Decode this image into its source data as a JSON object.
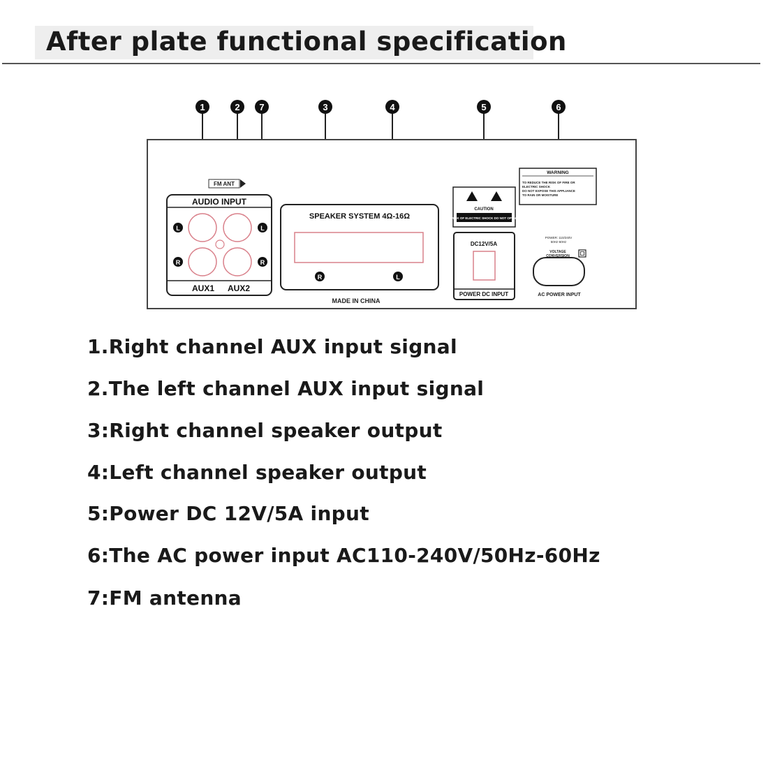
{
  "title": "After plate functional specification",
  "panel": {
    "callouts": [
      "1",
      "2",
      "7",
      "3",
      "4",
      "5",
      "6"
    ],
    "fm_ant_label": "FM ANT",
    "audio_input_label": "AUDIO INPUT",
    "aux1_label": "AUX1",
    "aux2_label": "AUX2",
    "jack_l": "L",
    "jack_r": "R",
    "speaker_system_label": "SPEAKER SYSTEM 4Ω-16Ω",
    "speaker_r": "R",
    "speaker_l": "L",
    "made_in_label": "MADE IN CHINA",
    "caution_label": "CAUTION",
    "caution_text": "RISK OF ELECTRIC SHOCK DO NOT OPEN",
    "dc_rating": "DC12V/5A",
    "power_dc_label": "POWER DC INPUT",
    "warning_title": "WARNING",
    "warning_lines": [
      "TO REDUCE THE RISK OF FIRE OR",
      "ELECTRIC SHOCK",
      "DO NOT EXPOSE THIS APPLIANCE",
      "TO RAIN OR MOISTURE"
    ],
    "power_rating_lines": [
      "POWER: 110/240V",
      "50Hz-60Hz"
    ],
    "voltage_conversion_lines": [
      "VOLTAGE",
      "CONVERSION"
    ],
    "ac_power_label": "AC POWER INPUT"
  },
  "specs": [
    "1.Right channel AUX input signal",
    "2.The left channel AUX input signal",
    "3:Right channel speaker output",
    "4:Left channel speaker output",
    "5:Power DC 12V/5A input",
    "6:The AC power input AC110-240V/50Hz-60Hz",
    "7:FM antenna"
  ]
}
